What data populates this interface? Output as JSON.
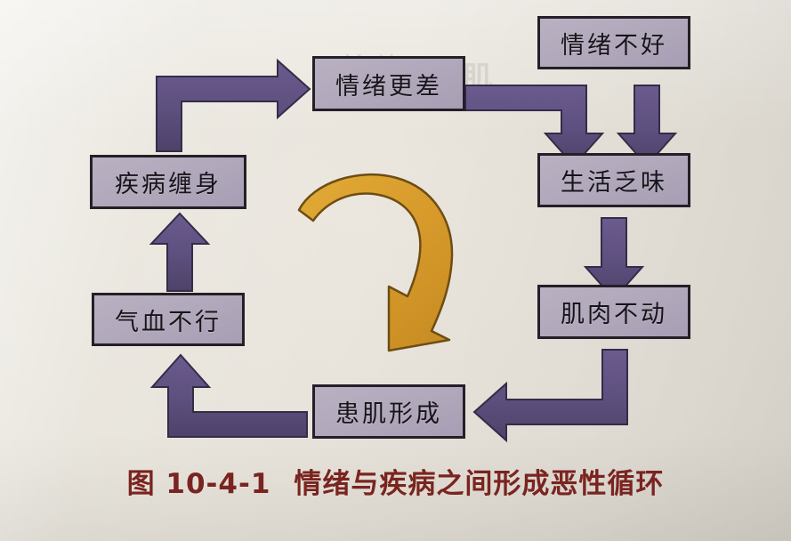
{
  "figure": {
    "caption_number": "图 10-4-1",
    "caption_text": "情绪与疾病之间形成恶性循环",
    "caption_color": "#7a2420",
    "background_color": "#e8e4dc"
  },
  "theme": {
    "node_fill": "#b1a8bb",
    "node_border": "#241f28",
    "arrow_purple": "#5d4f7e",
    "arrow_orange": "#d79a2b",
    "text_color": "#17141a"
  },
  "nodes": [
    {
      "id": "mood-bad",
      "label": "情绪不好"
    },
    {
      "id": "mood-worse",
      "label": "情绪更差"
    },
    {
      "id": "life-dull",
      "label": "生活乏味"
    },
    {
      "id": "muscle-still",
      "label": "肌肉不动"
    },
    {
      "id": "trigger-point",
      "label": "患肌形成"
    },
    {
      "id": "qi-blood",
      "label": "气血不行"
    },
    {
      "id": "disease",
      "label": "疾病缠身"
    }
  ],
  "edges": [
    {
      "from": "mood-bad",
      "to": "life-dull",
      "shape": "straight-down"
    },
    {
      "from": "mood-worse",
      "to": "life-dull",
      "shape": "right-then-down"
    },
    {
      "from": "life-dull",
      "to": "muscle-still",
      "shape": "straight-down"
    },
    {
      "from": "muscle-still",
      "to": "trigger-point",
      "shape": "down-then-left"
    },
    {
      "from": "trigger-point",
      "to": "qi-blood",
      "shape": "left-then-up"
    },
    {
      "from": "qi-blood",
      "to": "disease",
      "shape": "straight-up"
    },
    {
      "from": "disease",
      "to": "mood-worse",
      "shape": "up-then-right"
    }
  ],
  "center_arrow": {
    "name": "vicious-cycle-arrow",
    "color": "#d79a2b",
    "direction": "clockwise"
  },
  "bleed_through": {
    "top_left": "情绪",
    "top_mid": "肌"
  }
}
